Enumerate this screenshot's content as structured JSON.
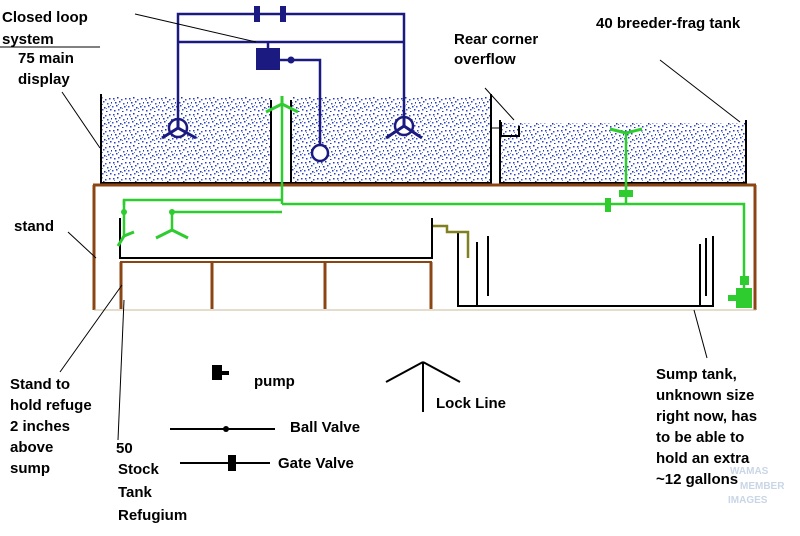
{
  "labels": {
    "closed_loop": [
      "Closed loop",
      "system"
    ],
    "main_display": [
      "75 main",
      "display"
    ],
    "rear_overflow": [
      "Rear corner",
      "overflow"
    ],
    "breeder_tank": [
      "40 breeder-frag tank"
    ],
    "stand": [
      "stand"
    ],
    "stand_refuge": [
      "Stand to",
      "hold refuge",
      "2 inches",
      "above",
      "sump"
    ],
    "stock_tank": [
      "50",
      "Stock",
      "Tank",
      "Refugium"
    ],
    "sump": [
      "Sump tank,",
      "unknown size",
      "right now, has",
      "to be able to",
      "hold an extra",
      "~12 gallons"
    ],
    "lock_line": [
      "Lock Line"
    ]
  },
  "legend": {
    "pump": "pump",
    "ball_valve": "Ball Valve",
    "gate_valve": "Gate Valve"
  },
  "watermark": [
    "WAMAS",
    "MEMBER",
    "IMAGES"
  ],
  "colors": {
    "closed_loop_pipe": "#1a1a80",
    "return_pipe": "#2ecc2e",
    "drain_pipe": "#808020",
    "stand_wood": "#8b4513",
    "water_speckle": "#2a3fbf"
  }
}
